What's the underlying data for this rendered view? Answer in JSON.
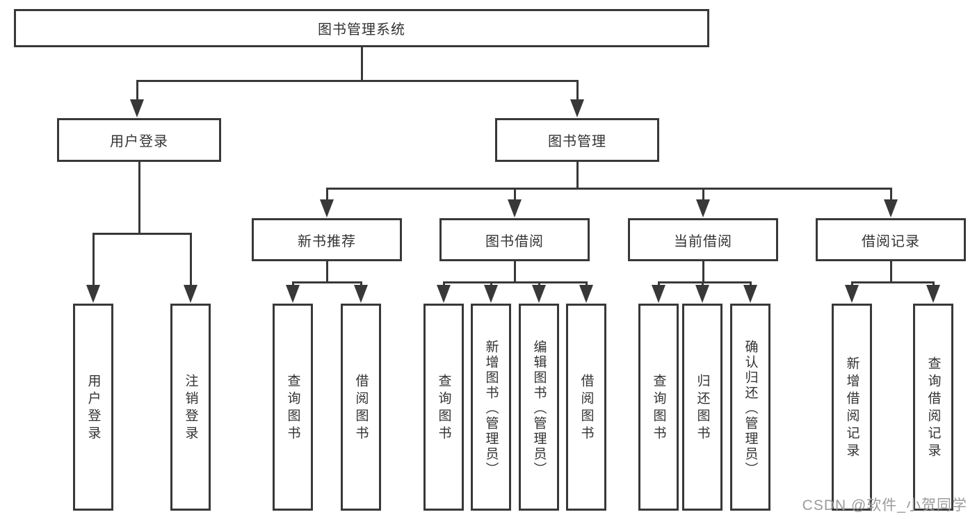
{
  "root": {
    "label": "图书管理系统"
  },
  "level2": {
    "user_login": "用户登录",
    "book_management": "图书管理"
  },
  "level3": {
    "new_book_recommend": "新书推荐",
    "book_borrow": "图书借阅",
    "current_borrow": "当前借阅",
    "borrow_records": "借阅记录"
  },
  "leaves": {
    "user": [
      "用户登录",
      "注销登录"
    ],
    "recommend": [
      "查询图书",
      "借阅图书"
    ],
    "borrow": [
      "查询图书",
      "新增图书（管理员）",
      "编辑图书（管理员）",
      "借阅图书"
    ],
    "current": [
      "查询图书",
      "归还图书",
      "确认归还（管理员）"
    ],
    "records": [
      "新增借阅记录",
      "查询借阅记录"
    ]
  },
  "watermark": {
    "text": "CSDN @软件_小贺同学"
  },
  "colors": {
    "line": "#383838",
    "text": "#333333",
    "box_bg": "#ffffff",
    "watermark": "#9b9b9b"
  }
}
